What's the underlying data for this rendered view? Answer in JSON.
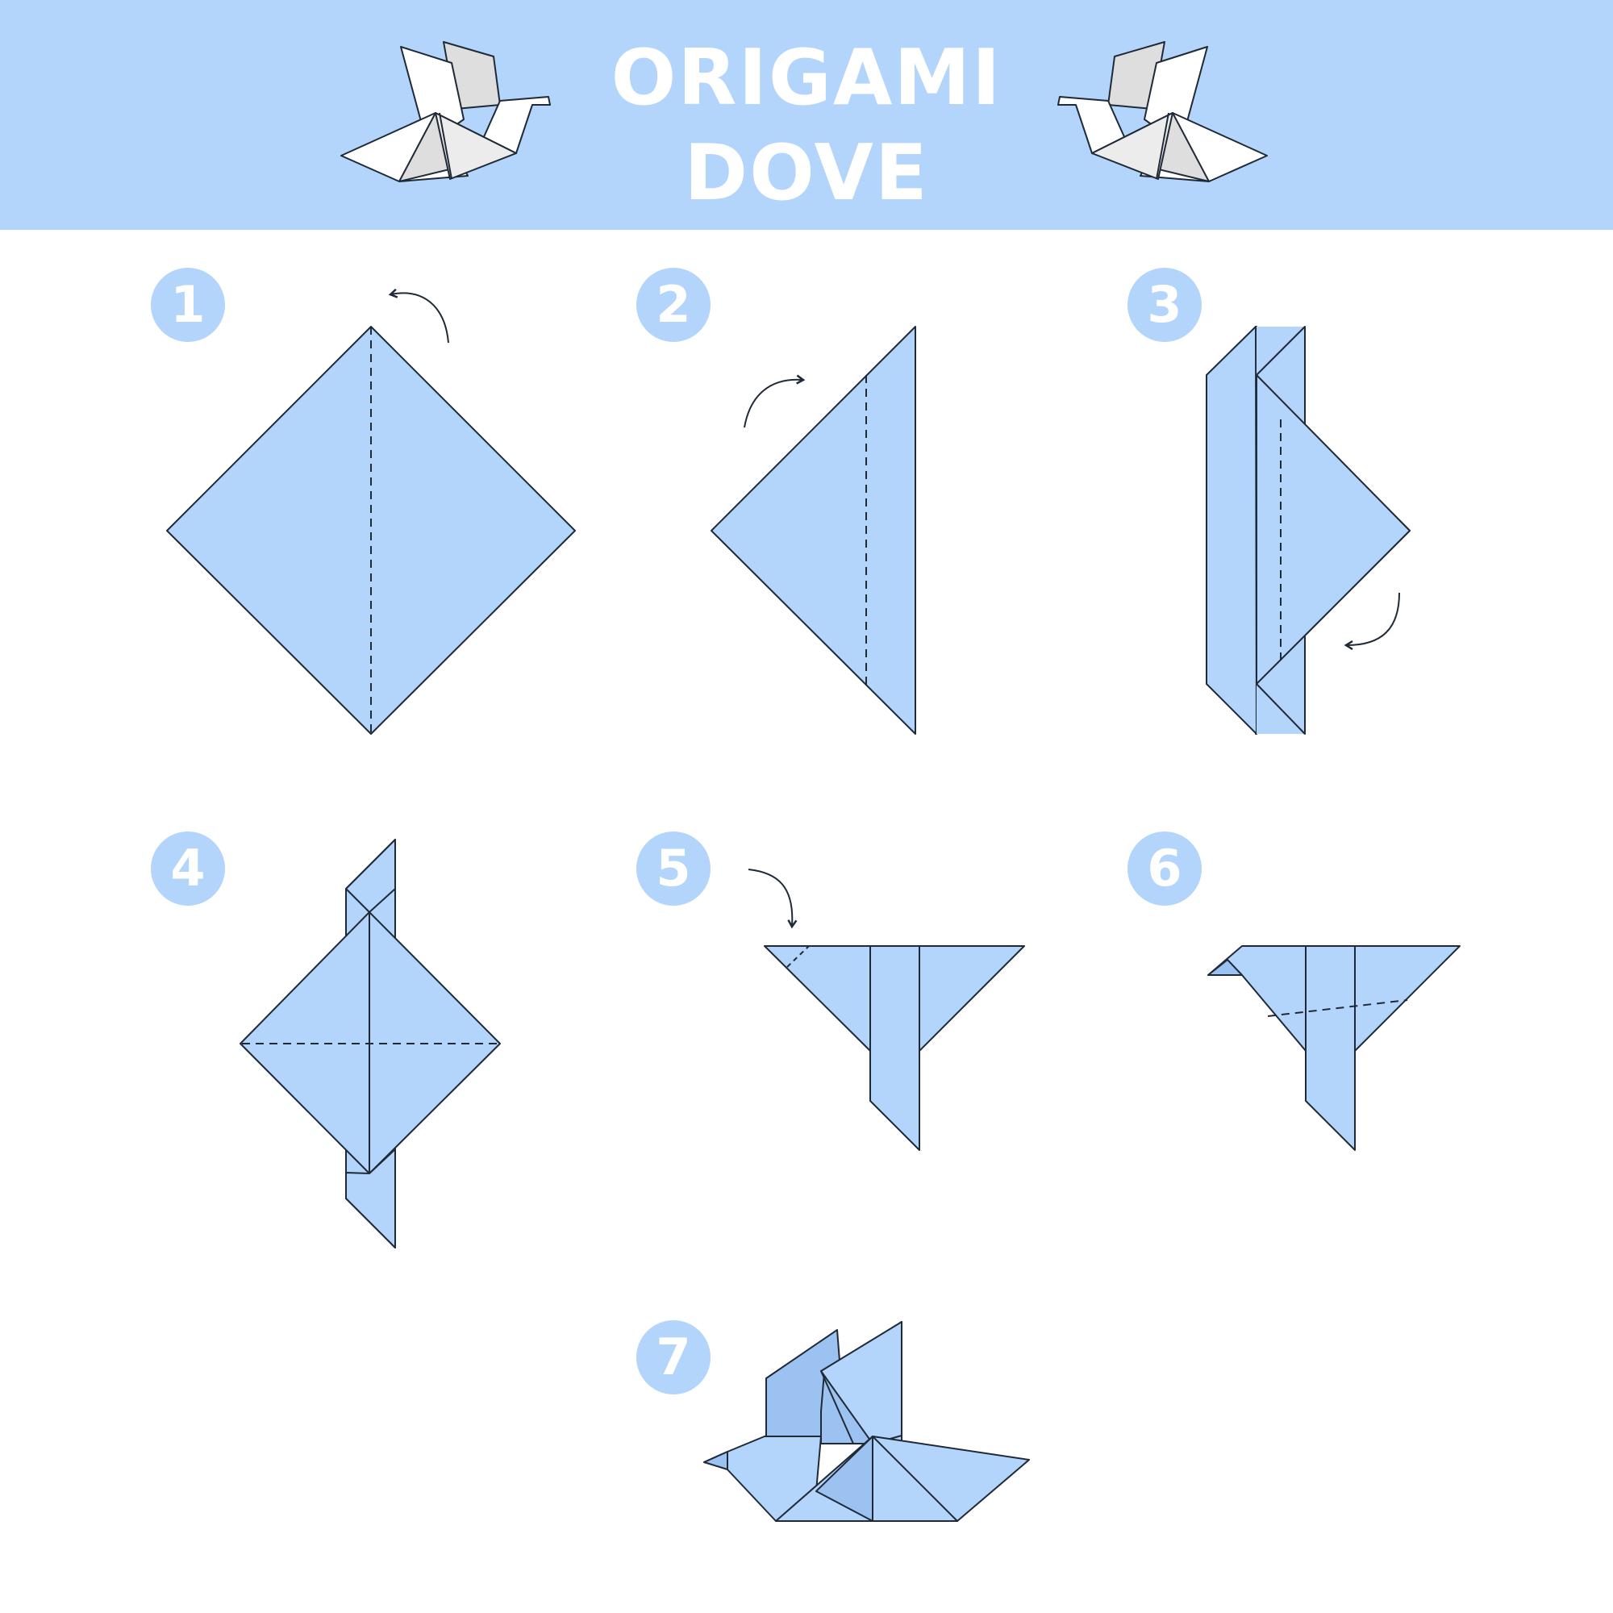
{
  "header": {
    "title_line1": "ORIGAMI",
    "title_line2": "DOVE"
  },
  "colors": {
    "banner": "#b3d4fb",
    "paper": "#b3d4fb",
    "paper_shade": "#9cc2f1",
    "outline": "#1f2a36",
    "dove_icon_white": "#ffffff",
    "dove_icon_gray": "#dedede"
  },
  "steps": [
    {
      "number": "1"
    },
    {
      "number": "2"
    },
    {
      "number": "3"
    },
    {
      "number": "4"
    },
    {
      "number": "5"
    },
    {
      "number": "6"
    },
    {
      "number": "7"
    }
  ]
}
